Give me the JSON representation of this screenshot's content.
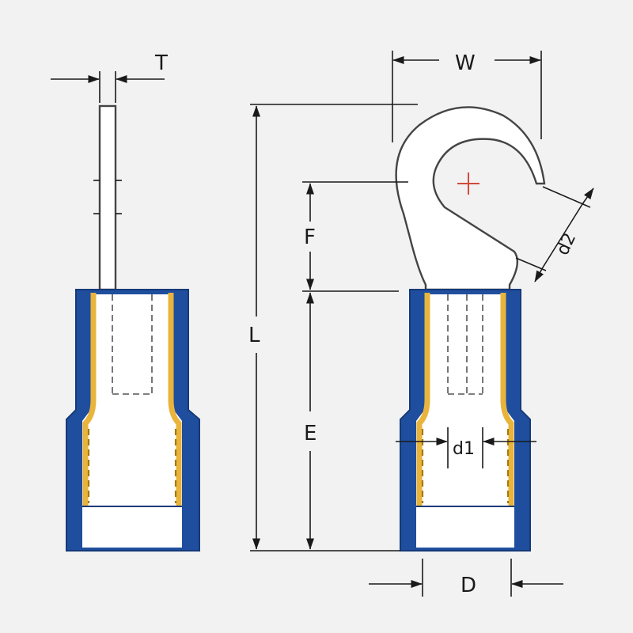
{
  "labels": {
    "T": "T",
    "W": "W",
    "L": "L",
    "F": "F",
    "E": "E",
    "d1": "d1",
    "d2": "d2",
    "D": "D"
  },
  "colors": {
    "background": "#f2f2f2",
    "insulation": "#1f4e9e",
    "metal_sleeve": "#e9b43c",
    "outline": "#444444",
    "center_mark": "#d24a3a"
  }
}
